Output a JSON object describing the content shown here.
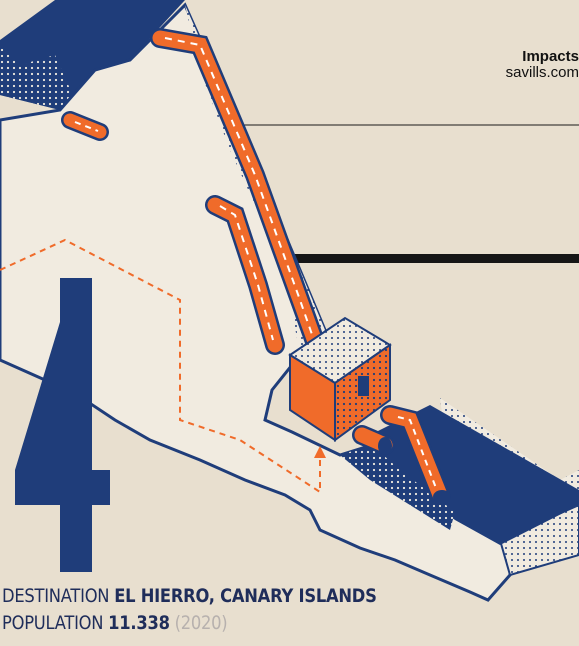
{
  "header": {
    "title": "Impacts",
    "site": "savills.com"
  },
  "number": "4",
  "destination": {
    "label": "DESTINATION",
    "value": "EL HIERRO, CANARY ISLANDS"
  },
  "population": {
    "label": "POPULATION",
    "value": "11.338",
    "year": "(2020)"
  },
  "colors": {
    "navy": "#1f3d7a",
    "orange": "#f06b2a",
    "cream": "#f1ebe0",
    "background": "#e8dfcf"
  },
  "icons": [
    "flow-arrow-icon",
    "dashed-route-icon"
  ]
}
